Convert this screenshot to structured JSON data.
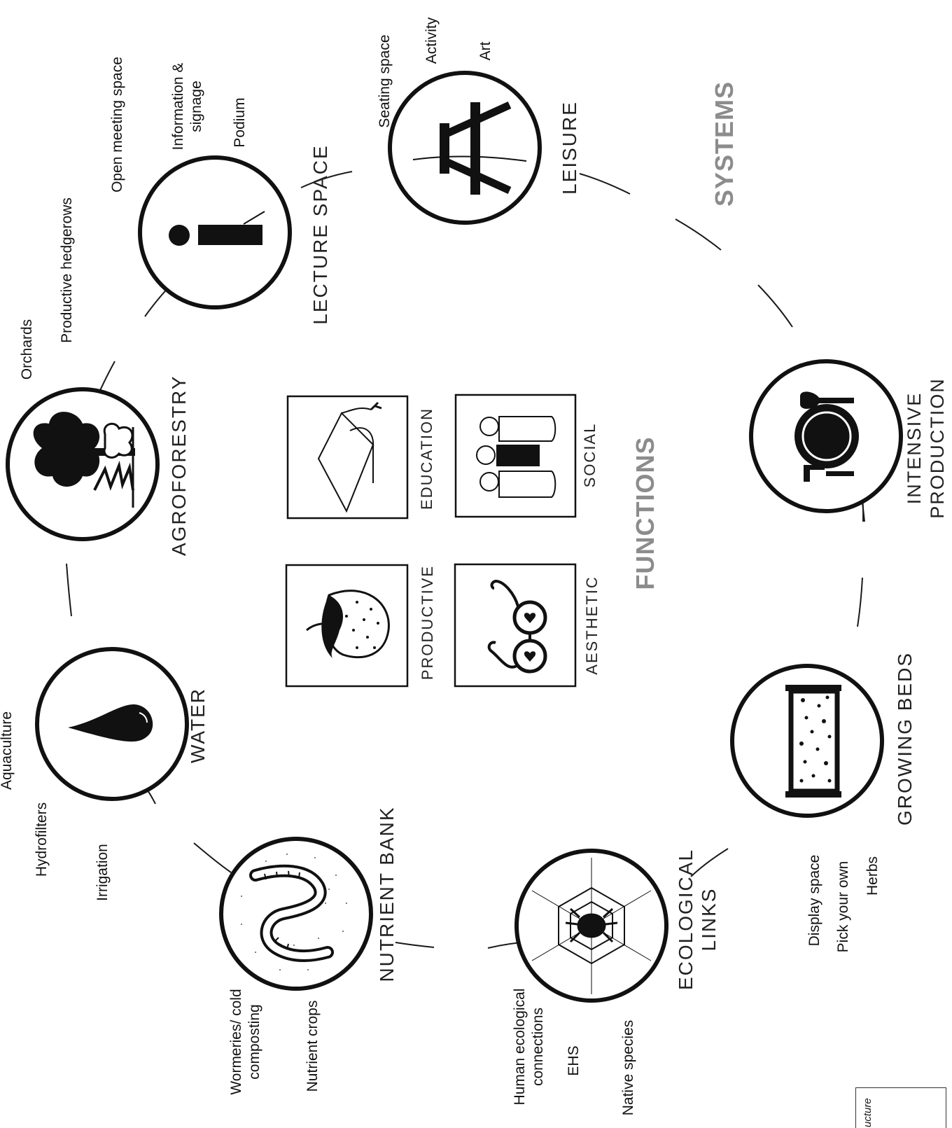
{
  "headings": {
    "systems": "SYSTEMS",
    "functions": "FUNCTIONS"
  },
  "systems": [
    {
      "id": "lecture-space",
      "label": "LECTURE SPACE",
      "icon": "info-icon",
      "items": [
        "Open meeting space",
        "Information & signage",
        "Podium"
      ]
    },
    {
      "id": "leisure",
      "label": "LEISURE",
      "icon": "picnic-table-icon",
      "items": [
        "Seating space",
        "Activity",
        "Art"
      ]
    },
    {
      "id": "agroforestry",
      "label": "AGROFORESTRY",
      "icon": "tree-icon",
      "items": [
        "Orchards",
        "Productive hedgerows"
      ]
    },
    {
      "id": "intensive-production",
      "label": "INTENSIVE PRODUCTION",
      "icon": "plate-cutlery-icon",
      "items": []
    },
    {
      "id": "water",
      "label": "WATER",
      "icon": "water-drop-icon",
      "items": [
        "Aquaculture",
        "Hydrofilters",
        "Irrigation"
      ]
    },
    {
      "id": "growing-beds",
      "label": "GROWING BEDS",
      "icon": "raised-bed-icon",
      "items": [
        "Display space",
        "Pick your own",
        "Herbs"
      ]
    },
    {
      "id": "nutrient-bank",
      "label": "NUTRIENT BANK",
      "icon": "worm-icon",
      "items": [
        "Wormeries/ cold composting",
        "Nutrient crops"
      ]
    },
    {
      "id": "ecological-links",
      "label": "ECOLOGICAL LINKS",
      "icon": "spider-web-icon",
      "items": [
        "Human ecological connections",
        "EHS",
        "Native species"
      ]
    }
  ],
  "functions": [
    {
      "id": "education",
      "label": "EDUCATION",
      "icon": "graduation-cap-icon"
    },
    {
      "id": "social",
      "label": "SOCIAL",
      "icon": "people-group-icon"
    },
    {
      "id": "productive",
      "label": "PRODUCTIVE",
      "icon": "strawberry-icon"
    },
    {
      "id": "aesthetic",
      "label": "AESTHETIC",
      "icon": "heart-glasses-icon"
    }
  ],
  "legend_fragment": "ucture"
}
